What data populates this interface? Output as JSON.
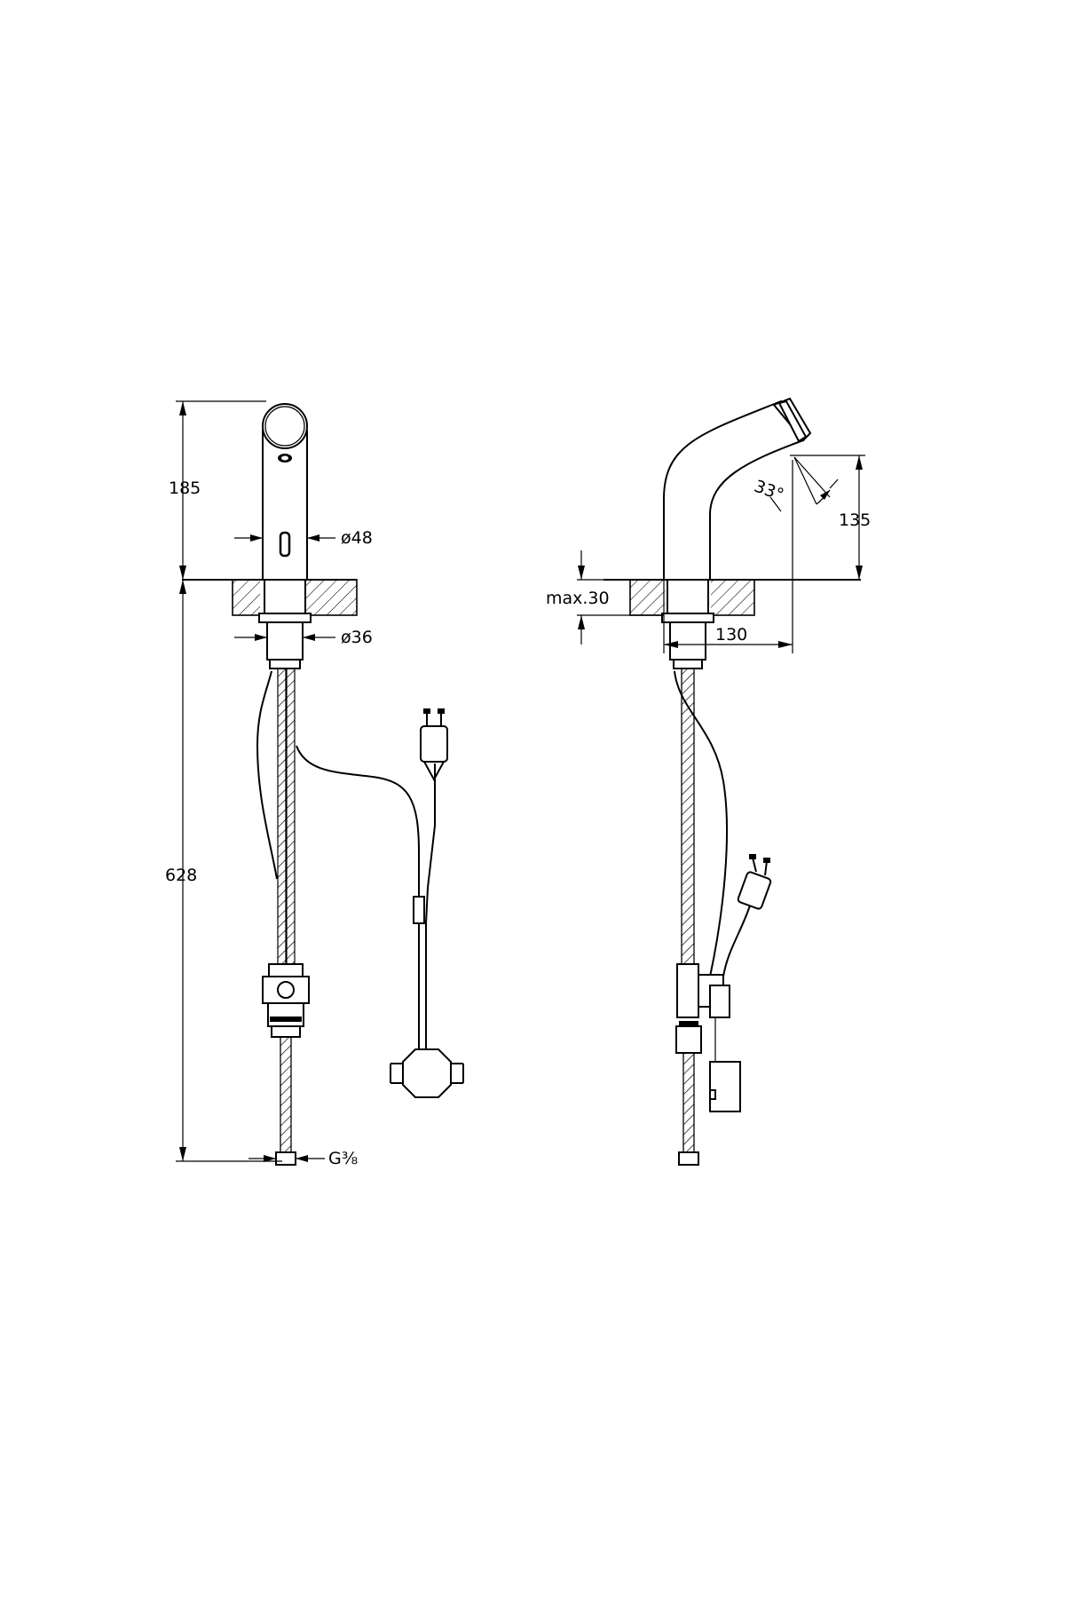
{
  "front_view": {
    "height_above_deck": "185",
    "total_height_below": "628",
    "spout_diameter": "ø48",
    "shank_diameter": "ø36",
    "connection_thread": "G⅜"
  },
  "side_view": {
    "outlet_height": "135",
    "spout_angle": "33°",
    "projection": "130",
    "max_deck_thickness": "max.30"
  }
}
